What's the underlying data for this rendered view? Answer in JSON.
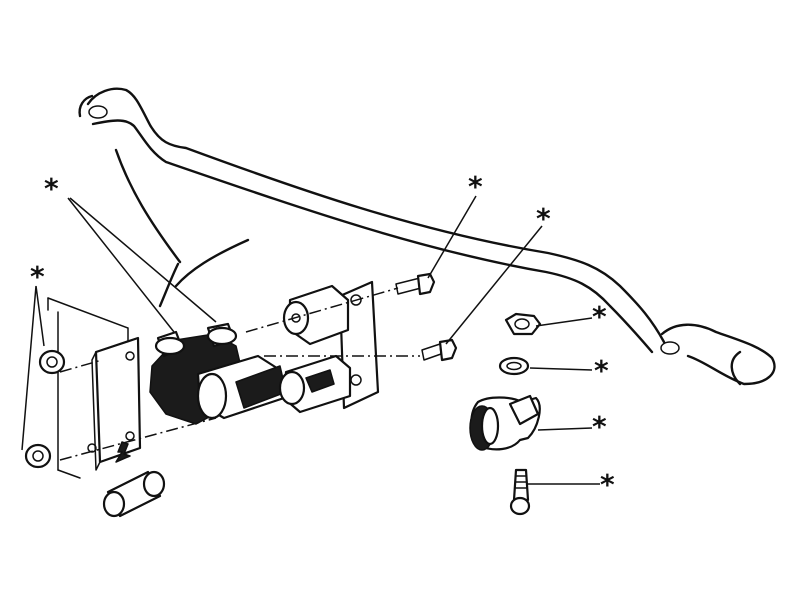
{
  "diagram": {
    "callout_symbol": "*",
    "callouts": [
      {
        "id": "bushings-left"
      },
      {
        "id": "frame-bolts"
      },
      {
        "id": "bracket-bolt-upper"
      },
      {
        "id": "bracket-bolt-lower"
      },
      {
        "id": "nut"
      },
      {
        "id": "washer"
      },
      {
        "id": "link-bushing"
      },
      {
        "id": "link-bolt"
      }
    ],
    "colors": {
      "ink": "#111111",
      "background": "#ffffff"
    }
  }
}
